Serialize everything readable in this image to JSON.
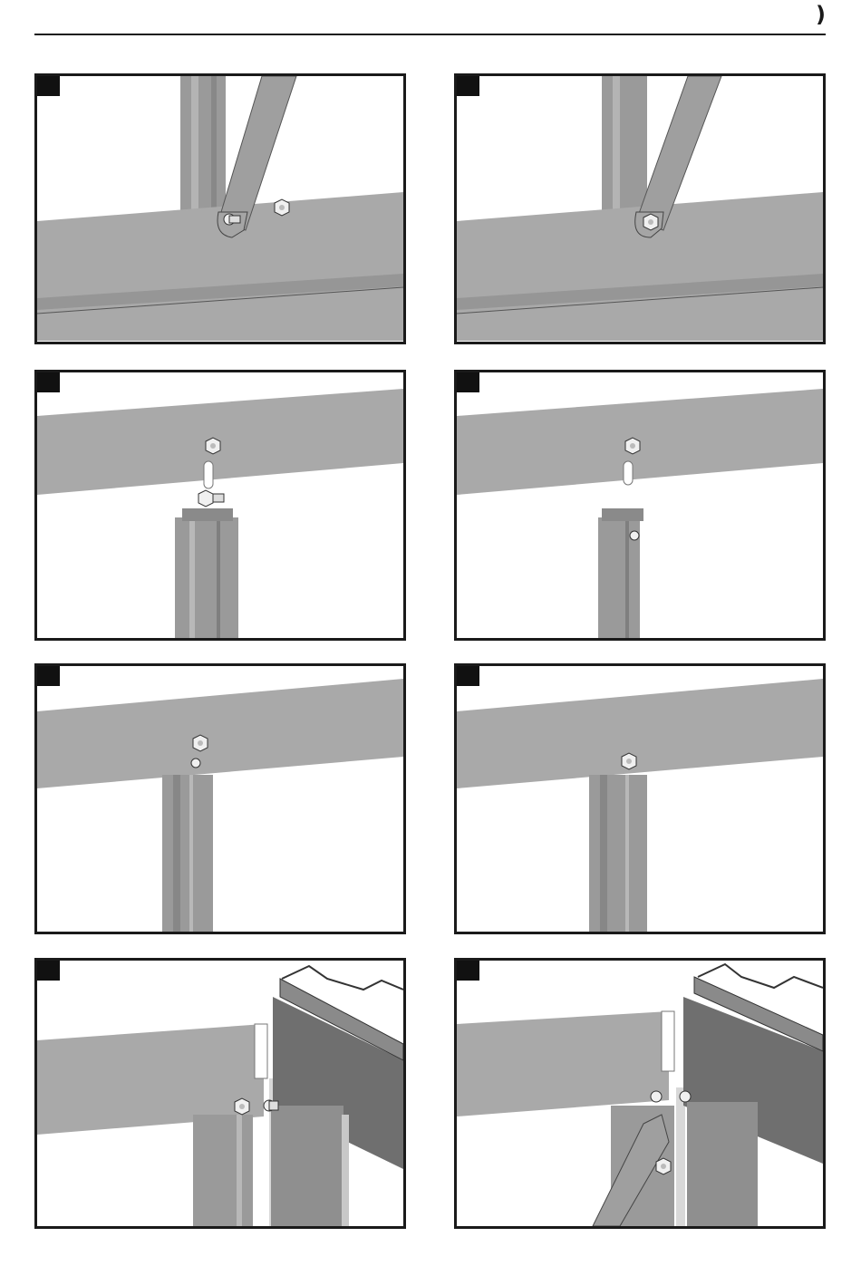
{
  "header": {
    "mark": ")"
  },
  "panels": [
    {
      "id": "p1",
      "description_hidden": ""
    },
    {
      "id": "p2"
    },
    {
      "id": "p3"
    },
    {
      "id": "p4"
    },
    {
      "id": "p5"
    },
    {
      "id": "p6"
    },
    {
      "id": "p7"
    },
    {
      "id": "p8"
    }
  ],
  "colors": {
    "frame": "#1a1a1a",
    "beam": "#a9a9a9",
    "beam_dark": "#8c8c8c",
    "post": "#9a9a9a",
    "panel_sheet": "#6f6f6f",
    "nut": "#f0f0f0"
  }
}
